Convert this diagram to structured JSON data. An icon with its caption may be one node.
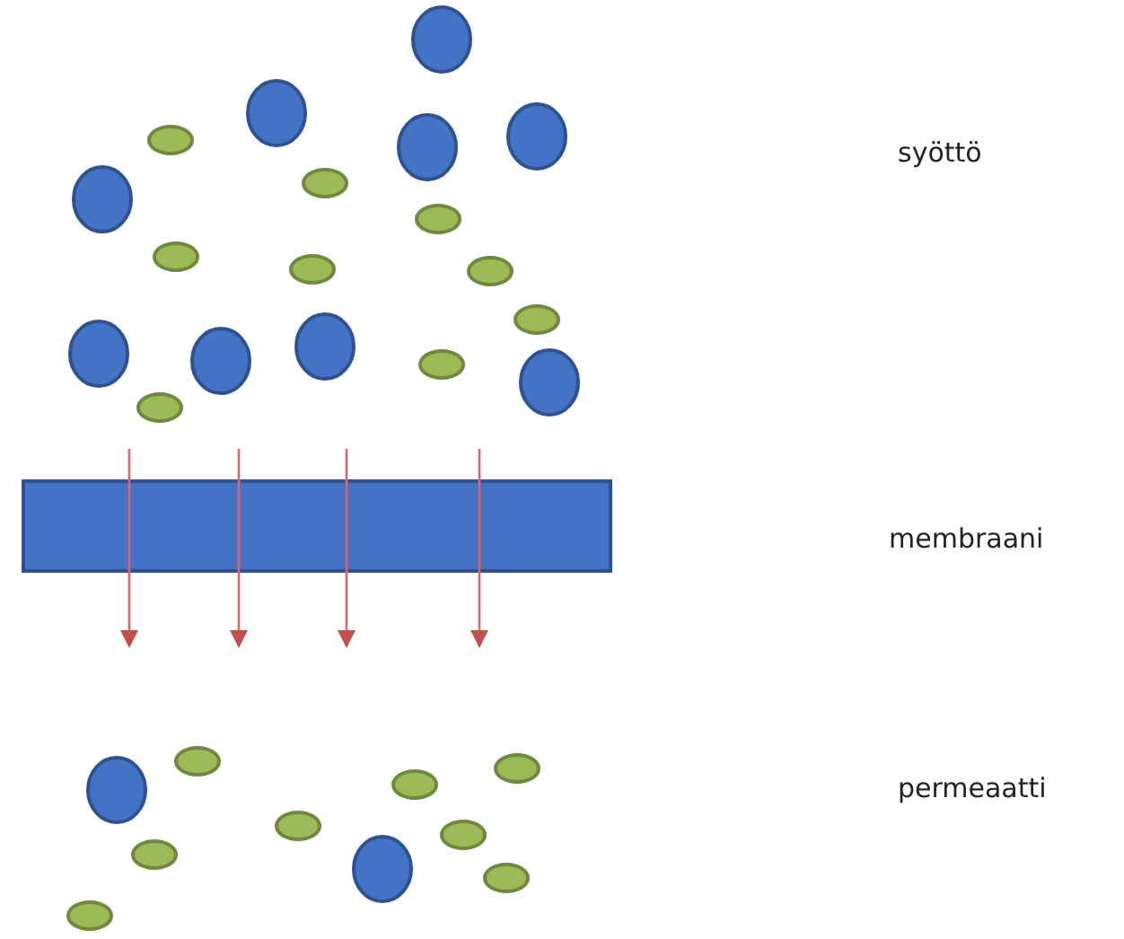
{
  "diagram": {
    "nodes": [
      {
        "text": [],
        "shape": "bar"
      }
    ],
    "labels": [
      "syöttö",
      "membraani",
      "permeaatti"
    ]
  }
}
